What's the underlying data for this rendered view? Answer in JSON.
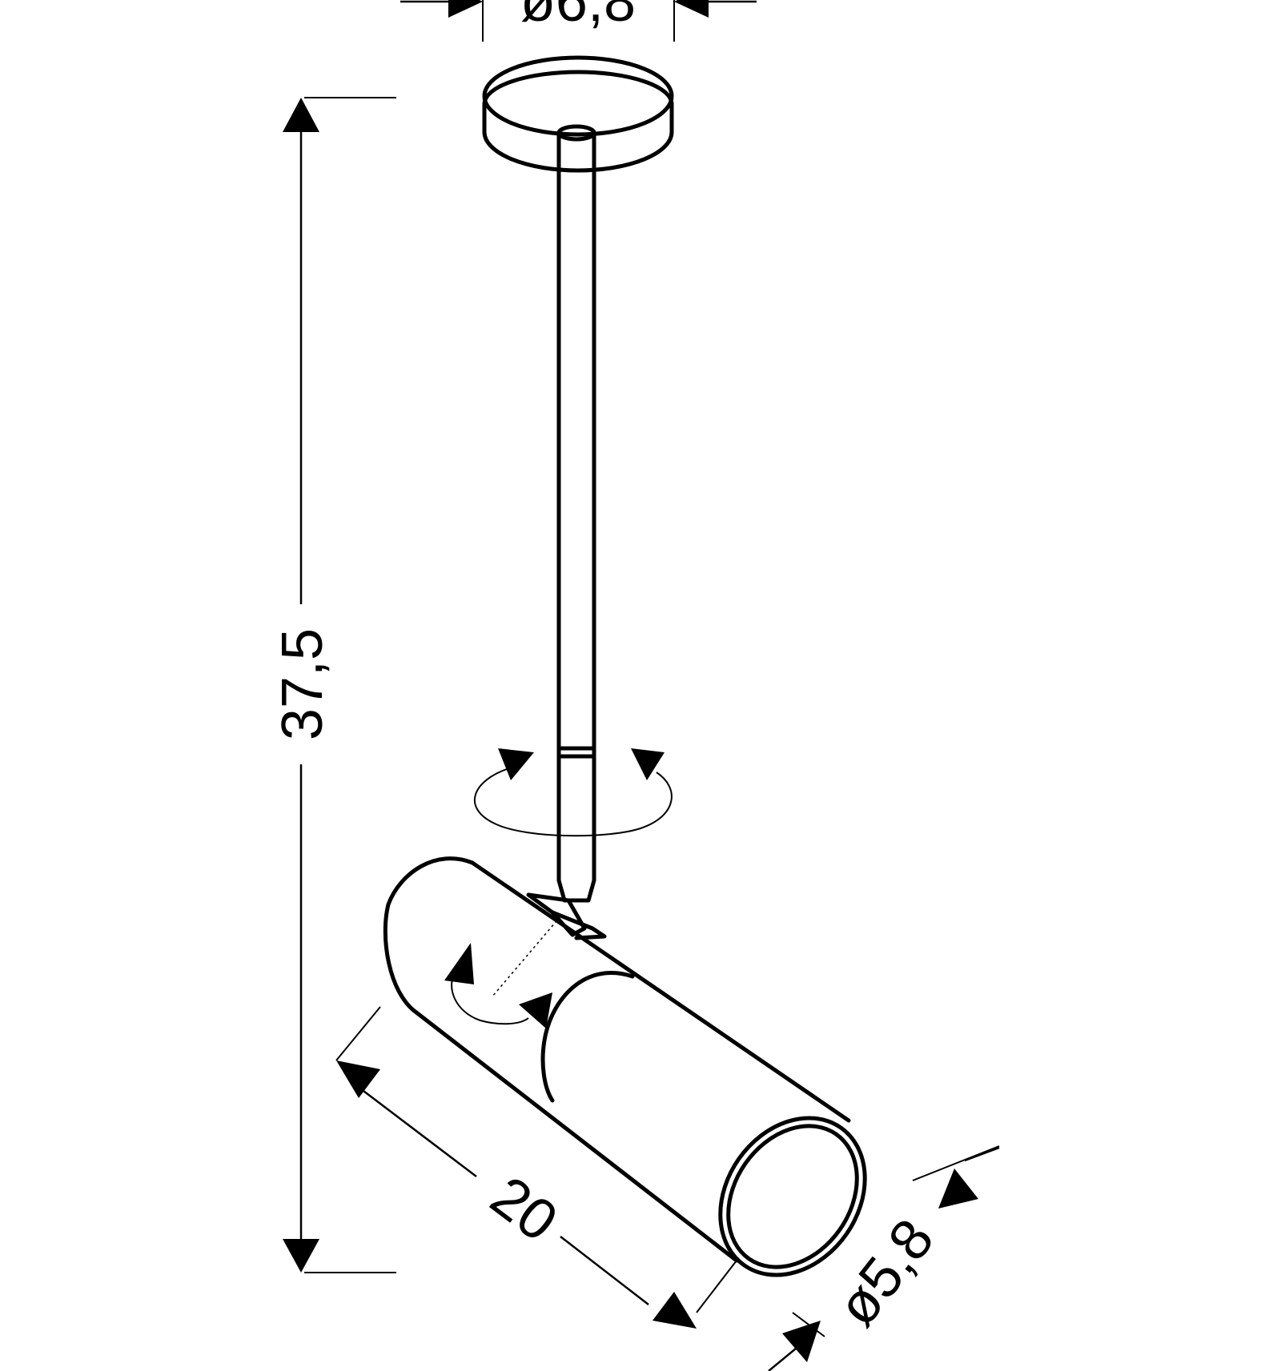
{
  "dimensions": {
    "base_diameter": "ø6,8",
    "total_height": "37,5",
    "length": "20",
    "head_diameter": "ø5,8"
  },
  "colors": {
    "line": "#000000",
    "background": "#ffffff"
  }
}
